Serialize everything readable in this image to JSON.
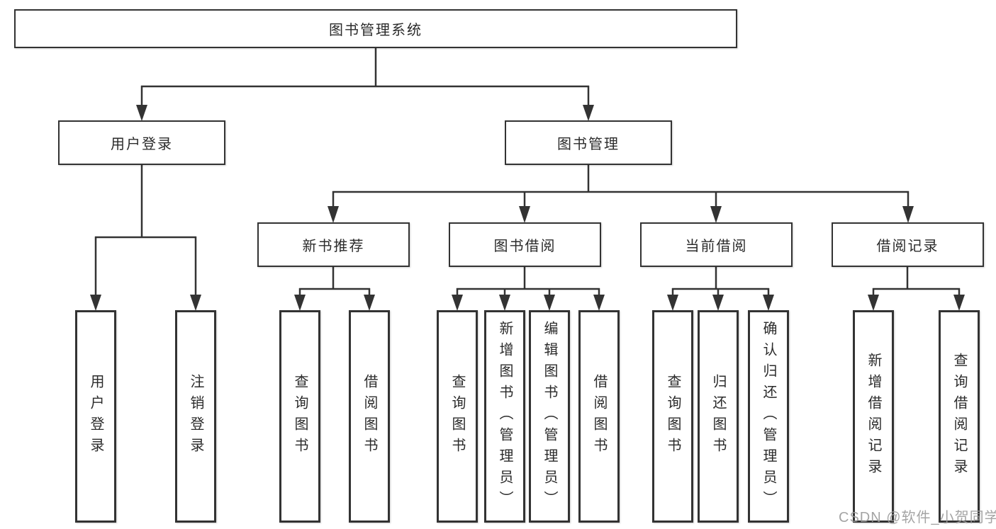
{
  "root": {
    "label": "图书管理系统"
  },
  "user_login": {
    "label": "用户登录",
    "leaves": [
      {
        "label": "用户登录"
      },
      {
        "label": "注销登录"
      }
    ]
  },
  "book_mgmt": {
    "label": "图书管理",
    "groups": {
      "new_book": {
        "label": "新书推荐",
        "leaves": [
          {
            "label": "查询图书"
          },
          {
            "label": "借阅图书"
          }
        ]
      },
      "borrowing": {
        "label": "图书借阅",
        "leaves": [
          {
            "label": "查询图书"
          },
          {
            "label": "新增图书（管理员）"
          },
          {
            "label": "编辑图书（管理员）"
          },
          {
            "label": "借阅图书"
          }
        ]
      },
      "current": {
        "label": "当前借阅",
        "leaves": [
          {
            "label": "查询图书"
          },
          {
            "label": "归还图书"
          },
          {
            "label": "确认归还（管理员）"
          }
        ]
      },
      "records": {
        "label": "借阅记录",
        "leaves": [
          {
            "label": "新增借阅记录"
          },
          {
            "label": "查询借阅记录"
          }
        ]
      }
    }
  },
  "watermark": {
    "text": "CSDN @软件_小贺同学"
  },
  "colors": {
    "line": "#333333",
    "box_border": "#333333",
    "text": "#2b2b2b",
    "background": "#ffffff",
    "watermark": "#9b9b9b"
  }
}
